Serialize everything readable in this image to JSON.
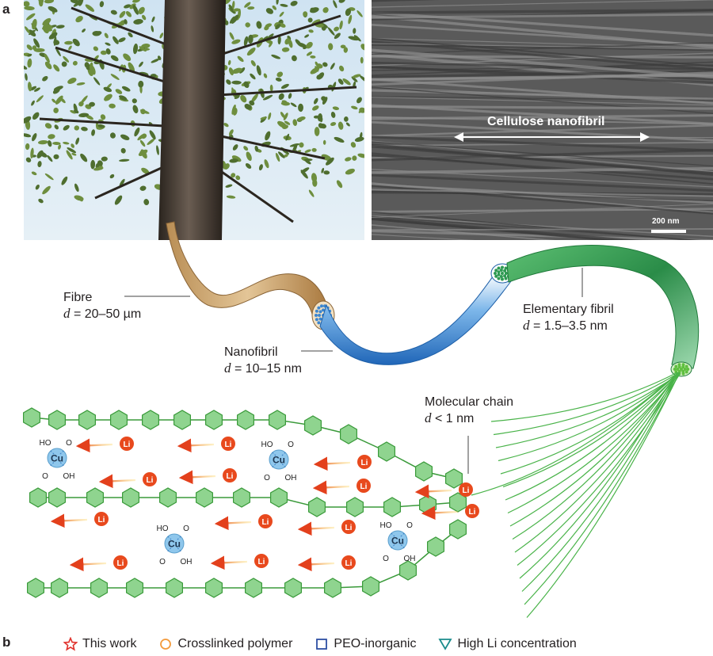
{
  "panels": {
    "a": "a",
    "b": "b"
  },
  "sem": {
    "label": "Cellulose nanofibril",
    "scale": "200 nm"
  },
  "levels": {
    "fibre": {
      "name": "Fibre",
      "dim": "= 20–50 µm",
      "var": "d"
    },
    "nanofibril": {
      "name": "Nanofibril",
      "dim": "= 10–15 nm",
      "var": "d"
    },
    "elementary": {
      "name": "Elementary fibril",
      "dim": "= 1.5–3.5 nm",
      "var": "d"
    },
    "molecular": {
      "name": "Molecular chain",
      "dim": "< 1 nm",
      "var": "d"
    }
  },
  "chem": {
    "cu": "Cu",
    "li": "Li",
    "oh": "OH",
    "ho": "HO",
    "o": "O"
  },
  "legend": [
    {
      "label": "This work",
      "marker": "star",
      "color": "#e0312b"
    },
    {
      "label": "Crosslinked polymer",
      "marker": "circle",
      "color": "#f39a3b"
    },
    {
      "label": "PEO-inorganic",
      "marker": "square",
      "color": "#2e4fa3"
    },
    {
      "label": "High Li concentration",
      "marker": "triangle",
      "color": "#1a8c8c"
    }
  ],
  "colors": {
    "hexagon_fill": "#8fd48f",
    "hexagon_stroke": "#3a9a3a",
    "li": "#e8491d",
    "cu": "#8fc7ec",
    "fibre": "#c9a471",
    "nanofibril": "#3f8fd6",
    "elementary": "#2e9a52"
  }
}
